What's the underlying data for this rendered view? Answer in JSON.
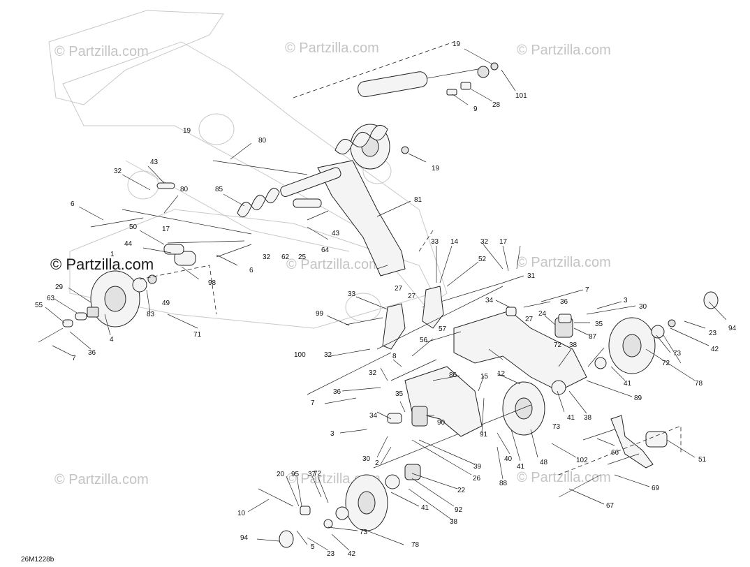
{
  "watermarks": [
    "© Partzilla.com",
    "© Partzilla.com",
    "© Partzilla.com",
    "© Partzilla.com",
    "© Partzilla.com",
    "© Partzilla.com",
    "© Partzilla.com",
    "© Partzilla.com"
  ],
  "brand_overlay": "© Partzilla.com",
  "diagram_ref": "26M1228b",
  "callouts": [
    "19",
    "101",
    "9",
    "28",
    "19",
    "80",
    "43",
    "32",
    "19",
    "80",
    "85",
    "81",
    "6",
    "50",
    "17",
    "43",
    "64",
    "1",
    "44",
    "32",
    "62",
    "25",
    "6",
    "98",
    "33",
    "14",
    "32",
    "17",
    "52",
    "49",
    "27",
    "31",
    "29",
    "63",
    "83",
    "33",
    "27",
    "7",
    "55",
    "34",
    "36",
    "3",
    "99",
    "57",
    "27",
    "24",
    "35",
    "30",
    "4",
    "71",
    "87",
    "94",
    "7",
    "36",
    "32",
    "56",
    "72",
    "38",
    "23",
    "42",
    "73",
    "100",
    "8",
    "12",
    "86",
    "72",
    "32",
    "15",
    "41",
    "78",
    "36",
    "35",
    "89",
    "7",
    "34",
    "73",
    "90",
    "41",
    "38",
    "3",
    "91",
    "102",
    "66",
    "30",
    "2",
    "39",
    "40",
    "41",
    "48",
    "51",
    "26",
    "88",
    "20",
    "95",
    "37",
    "72",
    "22",
    "69",
    "10",
    "41",
    "92",
    "38",
    "67",
    "73",
    "78",
    "94",
    "5",
    "23",
    "42"
  ]
}
